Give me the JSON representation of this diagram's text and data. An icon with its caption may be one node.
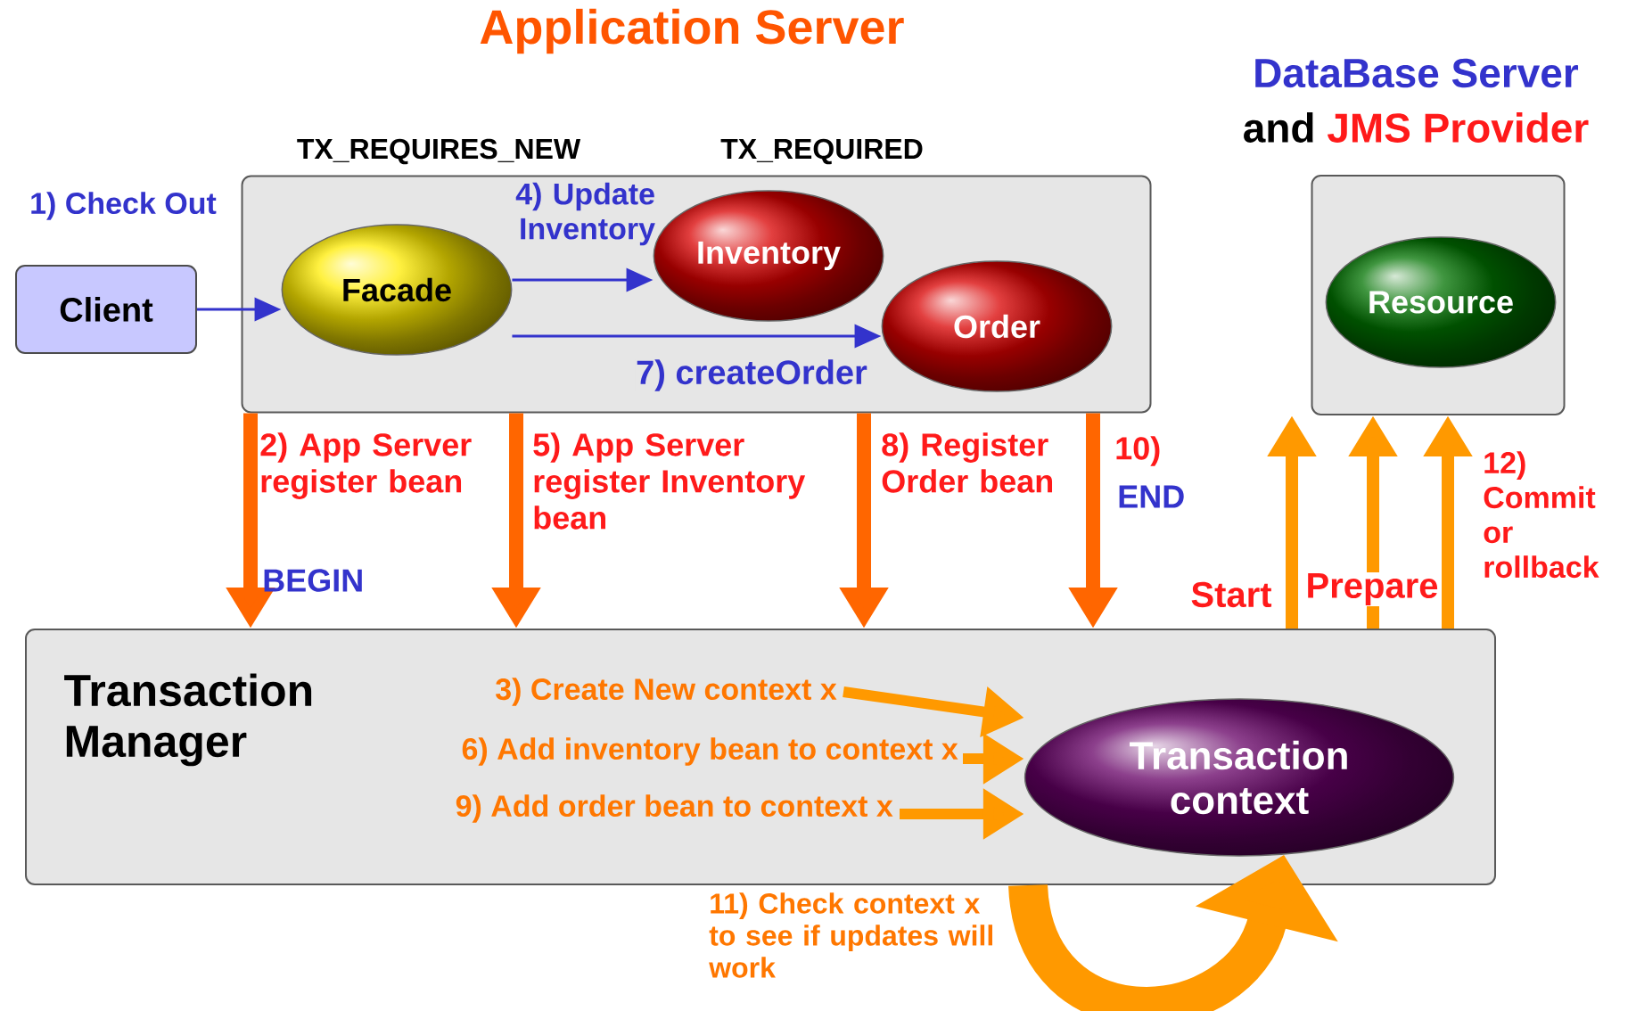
{
  "diagram": {
    "title": "Application Server",
    "nodes": [
      {
        "text": [],
        "shape": "box"
      },
      {
        "text": [
          "Client"
        ]
      },
      {
        "text": [
          "Facade"
        ],
        "in": 0
      },
      {
        "text": [
          "Inventory"
        ],
        "in": 0
      },
      {
        "text": [
          "Order"
        ],
        "in": 0
      },
      {
        "text": [
          "DataBase Server",
          "and",
          "JMS Provider"
        ]
      },
      {
        "text": [
          "Resource"
        ],
        "in": 5
      },
      {
        "text": [
          "Transaction Manager"
        ]
      },
      {
        "text": [
          "Transaction context"
        ],
        "in": 7
      }
    ],
    "edges": [
      {
        "from": 1,
        "to": 2,
        "arrow": "to",
        "label": "1) Check Out",
        "color": "#3333cc"
      },
      {
        "from": 2,
        "to": 3,
        "arrow": "to",
        "label": "4) Update Inventory",
        "color": "#3333cc"
      },
      {
        "from": 2,
        "to": 4,
        "arrow": "to",
        "label": "7) createOrder",
        "color": "#3333cc"
      },
      {
        "from": 0,
        "to": 7,
        "arrow": "to",
        "label": "2) App Server register bean",
        "color": "#ff6600"
      },
      {
        "from": 0,
        "to": 7,
        "arrow": "to",
        "label": "5) App Server register Inventory bean",
        "color": "#ff6600"
      },
      {
        "from": 0,
        "to": 7,
        "arrow": "to",
        "label": "8) Register Order bean",
        "color": "#ff6600"
      },
      {
        "from": 0,
        "to": 7,
        "arrow": "to",
        "label": "10)",
        "color": "#ff6600"
      },
      {
        "from": null,
        "to": 8,
        "arrow": "to",
        "label": "3) Create New context x"
      },
      {
        "from": null,
        "to": 8,
        "arrow": "to",
        "label": "6) Add  inventory bean to context x"
      },
      {
        "from": null,
        "to": 8,
        "arrow": "to",
        "label": "9) Add order bean to context x"
      },
      {
        "from": 7,
        "to": 8,
        "arrow": "to",
        "label": "11) Check context x to see if updates will work",
        "style": "thick"
      },
      {
        "from": 7,
        "to": 5,
        "arrow": "to",
        "label": "Start"
      },
      {
        "from": 7,
        "to": 5,
        "arrow": "to",
        "label": "Prepare"
      },
      {
        "from": 7,
        "to": 5,
        "arrow": "to",
        "label": "12) Commit or rollback"
      }
    ],
    "labels": [
      "TX_REQUIRES_NEW",
      "TX_REQUIRED",
      "BEGIN",
      "END"
    ]
  }
}
